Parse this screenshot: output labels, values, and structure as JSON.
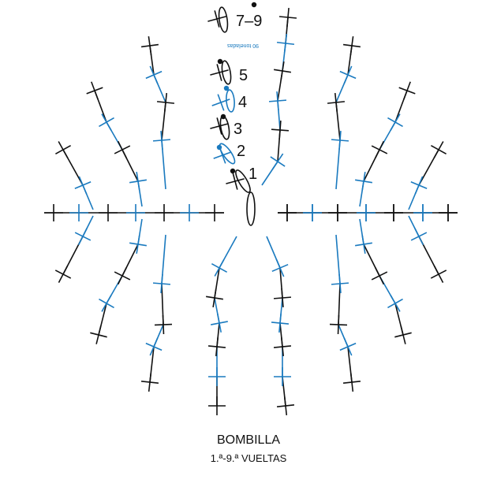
{
  "title": "BOMBILLA",
  "subtitle": "1.ª-9.ª VUELTAS",
  "round_labels": [
    "1",
    "2",
    "3",
    "4",
    "5",
    "7–9"
  ],
  "watermark": "90 toneladas",
  "colors": {
    "black": "#111111",
    "blue": "#1a7abf"
  }
}
